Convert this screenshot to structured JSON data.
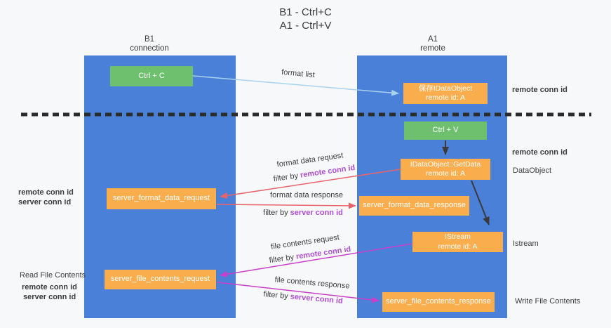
{
  "title": {
    "line1": "B1 - Ctrl+C",
    "line2": "A1 - Ctrl+V"
  },
  "lanes": {
    "left": {
      "name": "B1",
      "subtitle": "connection"
    },
    "right": {
      "name": "A1",
      "subtitle": "remote"
    }
  },
  "boxes": {
    "ctrl_c": {
      "label": "Ctrl + C"
    },
    "ctrl_v": {
      "label": "Ctrl + V"
    },
    "save_dataobject": {
      "line1": "保存IDataObject",
      "line2": "remote id: A"
    },
    "getdata": {
      "line1": "IDataObject::GetData",
      "line2": "remote id: A"
    },
    "istream": {
      "line1": "IStream",
      "line2": "remote id: A"
    },
    "format_request": {
      "label": "server_format_data_request"
    },
    "format_response": {
      "label": "server_format_data_response"
    },
    "file_request": {
      "label": "server_file_contents_request"
    },
    "file_response": {
      "label": "server_file_contents_response"
    }
  },
  "arrow_labels": {
    "format_list": "format list",
    "format_data_request": "format data request",
    "format_data_response": "format data response",
    "file_contents_request": "file contents request",
    "file_contents_response": "file contents response",
    "filter_by": "filter by",
    "remote_conn_id": "remote conn id",
    "server_conn_id": "server conn id"
  },
  "side_labels": {
    "remote_conn_id": "remote conn id",
    "server_conn_id": "server conn id",
    "dataobject": "DataObject",
    "istream": "Istream",
    "read_file_contents": "Read File Contents",
    "write_file_contents": "Write File Contents"
  },
  "colors": {
    "lane_blue": "#4a80d8",
    "box_green": "#6ec06f",
    "box_orange": "#f9ad4d",
    "arrow_red": "#e8646d",
    "arrow_magenta": "#c93fc9",
    "arrow_light_blue": "#a9d2ef",
    "arrow_black": "#3a3a3a",
    "text_purple": "#ae4ed4",
    "text_green": "#57b957"
  }
}
